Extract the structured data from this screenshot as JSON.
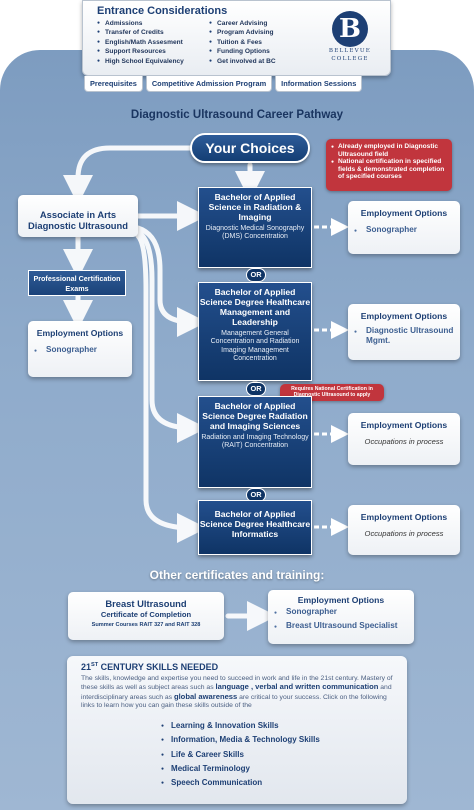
{
  "entrance": {
    "title": "Entrance Considerations",
    "col1": [
      "Admissions",
      "Transfer of Credits",
      "English/Math Assesment",
      "Support Resources",
      "High School Equivalency"
    ],
    "col2": [
      "Career Advising",
      "Program Advising",
      "Tuition & Fees",
      "Funding Options",
      "Get involved at BC"
    ],
    "logo_letter": "B",
    "logo_line1": "BELLEVUE",
    "logo_line2": "COLLEGE"
  },
  "tabs": [
    "Prerequisites",
    "Competitive Admission Program",
    "Information Sessions"
  ],
  "pathway_title": "Diagnostic Ultrasound Career Pathway",
  "your_choices": "Your Choices",
  "choices_note": [
    "Already employed in Diagnostic Ultrasound field",
    "National certification in specified fields & demonstrated completion of specified courses"
  ],
  "associate": {
    "line1": "Associate in Arts",
    "line2": "Diagnostic Ultrasound"
  },
  "prof_exams": "Professional Certification Exams",
  "assoc_employment": {
    "title": "Employment Options",
    "items": [
      "Sonographer"
    ]
  },
  "or_label": "OR",
  "degrees": [
    {
      "title": "Bachelor of Applied Science in Radiation & Imaging",
      "sub": "Diagnostic Medical Sonography (DMS) Concentration"
    },
    {
      "title": "Bachelor of Applied Science Degree Healthcare Management and Leadership",
      "sub": "Management General Concentration and Radiation Imaging Management Concentration"
    },
    {
      "title": "Bachelor of Applied Science Degree Radiation and Imaging Sciences",
      "sub": "Radiation and Imaging Technology (RAIT) Concentration"
    },
    {
      "title": "Bachelor of Applied Science Degree Healthcare Informatics",
      "sub": ""
    }
  ],
  "rait_note": "Requires National Certification in Diagnostic Ultrasound to apply",
  "employment": [
    {
      "title": "Employment Options",
      "items": [
        "Sonographer"
      ],
      "note": ""
    },
    {
      "title": "Employment Options",
      "items": [
        "Diagnostic Ultrasound Mgmt."
      ],
      "note": ""
    },
    {
      "title": "Employment Options",
      "items": [],
      "note": "Occupations in process"
    },
    {
      "title": "Employment Options",
      "items": [],
      "note": "Occupations in process"
    }
  ],
  "other_title": "Other certificates and training:",
  "breast": {
    "line1": "Breast Ultrasound",
    "line2": "Certificate of Completion",
    "line3": "Summer Courses RAIT 327 and RAIT 328"
  },
  "breast_employment": {
    "title": "Employment Options",
    "items": [
      "Sonographer",
      "Breast Ultrasound Specialist"
    ]
  },
  "skills": {
    "title_num": "21",
    "title_sup": "ST",
    "title_rest": " CENTURY SKILLS NEEDED",
    "p1": "The skills, knowledge and expertise you need to succeed in work and life in the 21st century. Mastery of these skills as well as subject areas such as ",
    "b1": "language , verbal and written communication",
    "p2": " and interdisciplinary areas such as ",
    "b2": "global awareness",
    "p3": " are critical to your success. Click on the following links to learn how you can gain these skills outside of the",
    "items": [
      "Learning & Innovation Skills",
      "Information, Media & Technology Skills",
      "Life & Career Skills",
      "Medical Terminology",
      "Speech Communication"
    ]
  },
  "colors": {
    "navy": "#1d3f74",
    "panel": "#8fabcb",
    "red_note": "#c1353d",
    "degree_box": "#0f3465"
  }
}
